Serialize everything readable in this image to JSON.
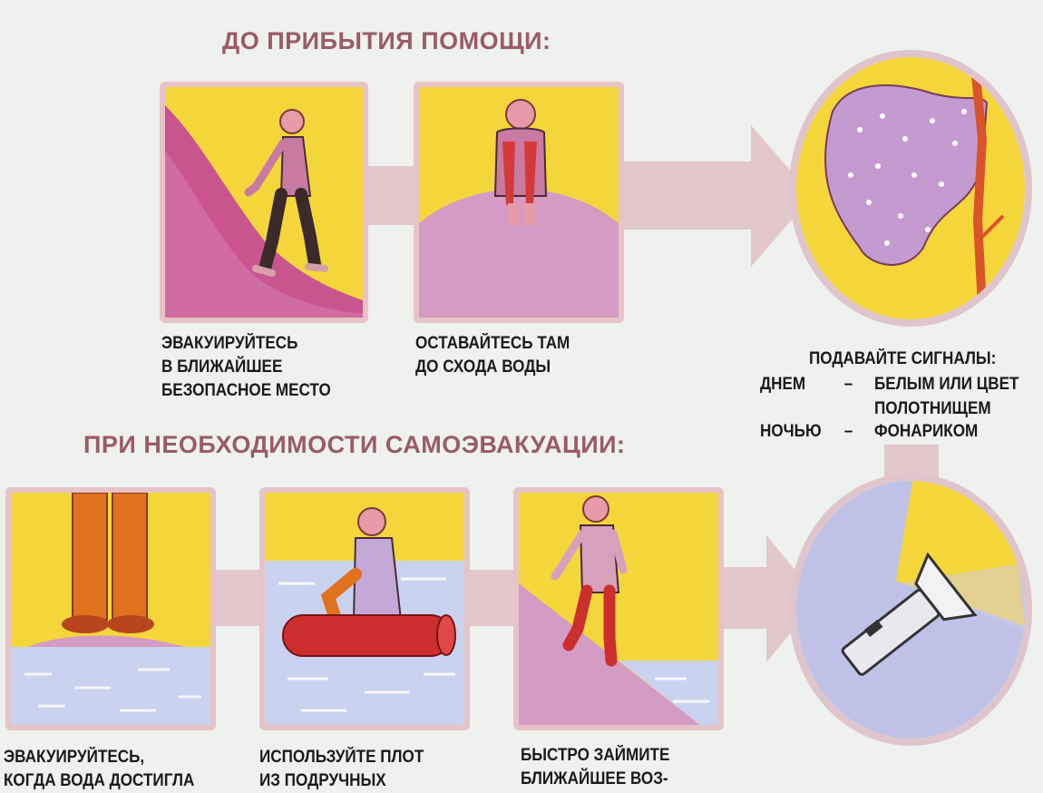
{
  "headings": {
    "before_help": "ДО ПРИБЫТИЯ ПОМОЩИ:",
    "self_evacuation": "ПРИ НЕОБХОДИМОСТИ САМОЭВАКУАЦИИ:"
  },
  "top_captions": [
    "ЭВАКУИРУЙТЕСЬ\nВ БЛИЖАЙШЕЕ\nБЕЗОПАСНОЕ МЕСТО",
    "ОСТАВАЙТЕСЬ ТАМ\nДО СХОДА ВОДЫ"
  ],
  "signals": {
    "title": "ПОДАВАЙТЕ СИГНАЛЫ:",
    "day_label": "ДНЕМ",
    "night_label": "НОЧЬЮ",
    "dash": "–",
    "day_text_1": "БЕЛЫМ ИЛИ ЦВЕТ",
    "day_text_2": "ПОЛОТНИЩЕМ",
    "night_text": "ФОНАРИКОМ"
  },
  "bottom_captions": [
    "ЭВАКУИРУЙТЕСЬ,\nКОГДА ВОДА ДОСТИГЛА",
    "ИСПОЛЬЗУЙТЕ ПЛОТ\nИЗ ПОДРУЧНЫХ",
    "БЫСТРО ЗАЙМИТЕ\nБЛИЖАЙШЕЕ ВОЗ-"
  ],
  "colors": {
    "heading": "#9a5a6a",
    "panel_yellow": "#f4d63a",
    "hill_magenta": "#c9558f",
    "hill_pink": "#d49bc4",
    "water": "#c9d3ef",
    "arrow": "#e2c8cd"
  }
}
